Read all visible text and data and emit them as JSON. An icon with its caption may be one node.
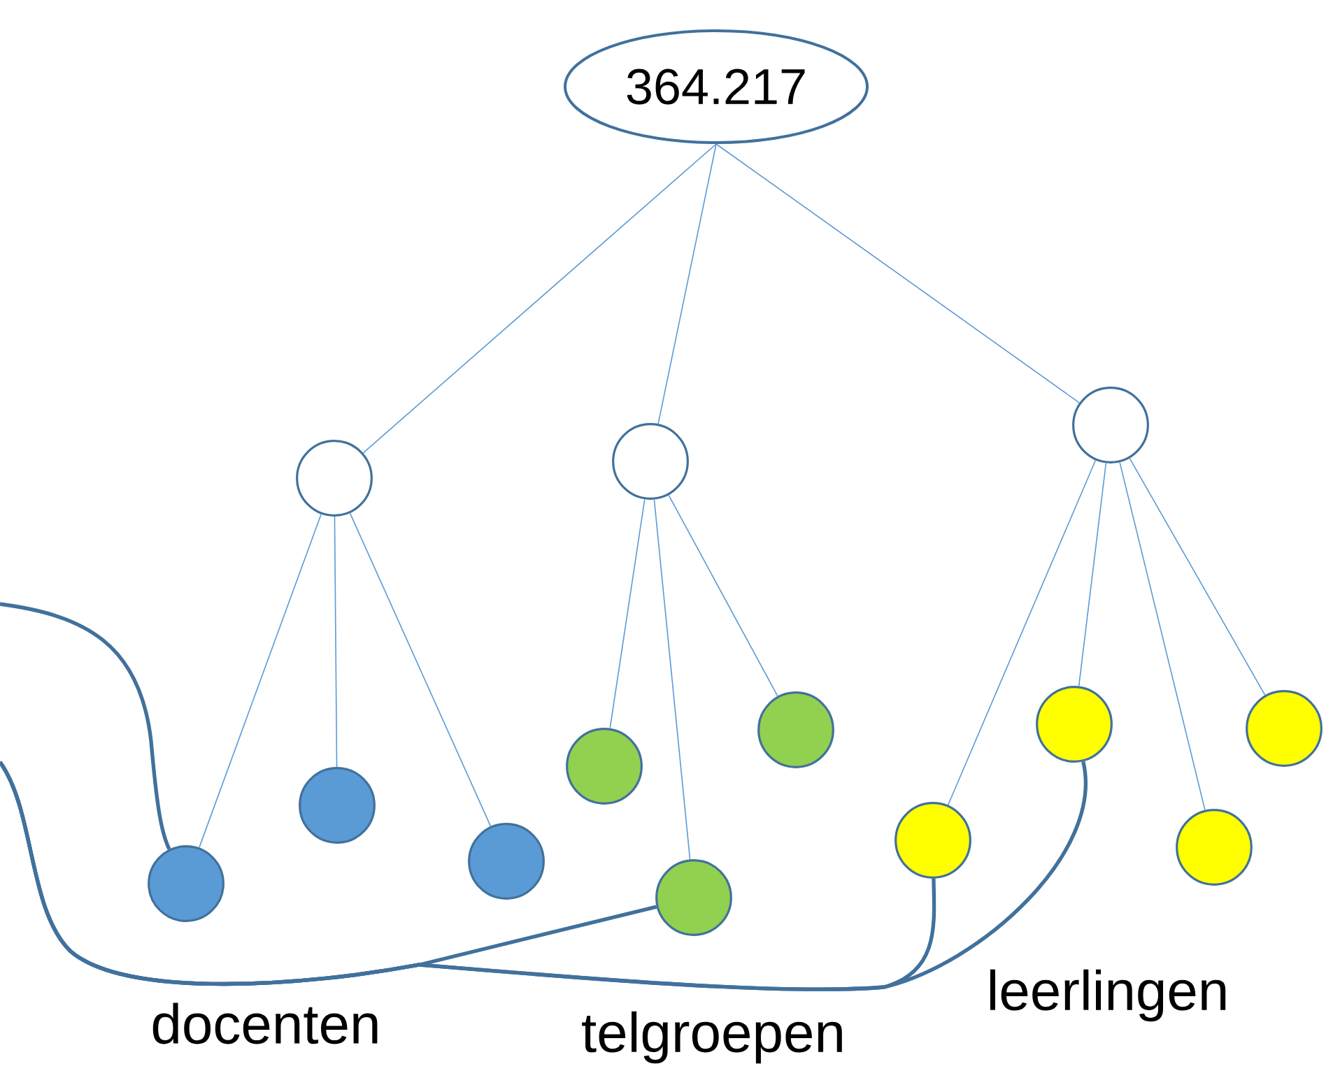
{
  "diagram": {
    "nodes": [
      {
        "text": [
          "364.217"
        ]
      },
      {
        "text": [],
        "shape": "circle"
      },
      {
        "text": [],
        "shape": "circle"
      },
      {
        "text": [],
        "shape": "circle"
      },
      {
        "text": [],
        "shape": "circle"
      },
      {
        "text": [],
        "shape": "circle"
      },
      {
        "text": [],
        "shape": "circle"
      },
      {
        "text": [],
        "shape": "circle"
      },
      {
        "text": [],
        "shape": "circle"
      },
      {
        "text": [],
        "shape": "circle"
      },
      {
        "text": [],
        "shape": "circle"
      },
      {
        "text": [],
        "shape": "circle"
      },
      {
        "text": [],
        "shape": "circle"
      },
      {
        "text": [],
        "shape": "circle"
      }
    ],
    "edges": [
      {
        "from": 0,
        "to": 1,
        "arrow": "none"
      },
      {
        "from": 0,
        "to": 2,
        "arrow": "none"
      },
      {
        "from": 0,
        "to": 3,
        "arrow": "none"
      },
      {
        "from": 1,
        "to": 4,
        "arrow": "none"
      },
      {
        "from": 1,
        "to": 5,
        "arrow": "none"
      },
      {
        "from": 1,
        "to": 6,
        "arrow": "none"
      },
      {
        "from": 2,
        "to": 7,
        "arrow": "none"
      },
      {
        "from": 2,
        "to": 9,
        "arrow": "none"
      },
      {
        "from": 2,
        "to": 8,
        "arrow": "none"
      },
      {
        "from": 3,
        "to": 10,
        "arrow": "none"
      },
      {
        "from": 3,
        "to": 11,
        "arrow": "none"
      },
      {
        "from": 3,
        "to": 12,
        "arrow": "none"
      },
      {
        "from": 3,
        "to": 13,
        "arrow": "none"
      },
      {
        "from": null,
        "to": 4,
        "arrow": "none",
        "style": "thick",
        "color": "#41719c"
      },
      {
        "from": null,
        "to": 9,
        "arrow": "none",
        "style": "thick",
        "color": "#41719c"
      },
      {
        "from": null,
        "to": 10,
        "arrow": "none",
        "style": "thick",
        "color": "#41719c"
      },
      {
        "from": null,
        "to": 11,
        "arrow": "none",
        "style": "thick",
        "color": "#41719c"
      }
    ],
    "labels": [
      "docenten",
      "telgroepen",
      "leerlingen"
    ]
  }
}
